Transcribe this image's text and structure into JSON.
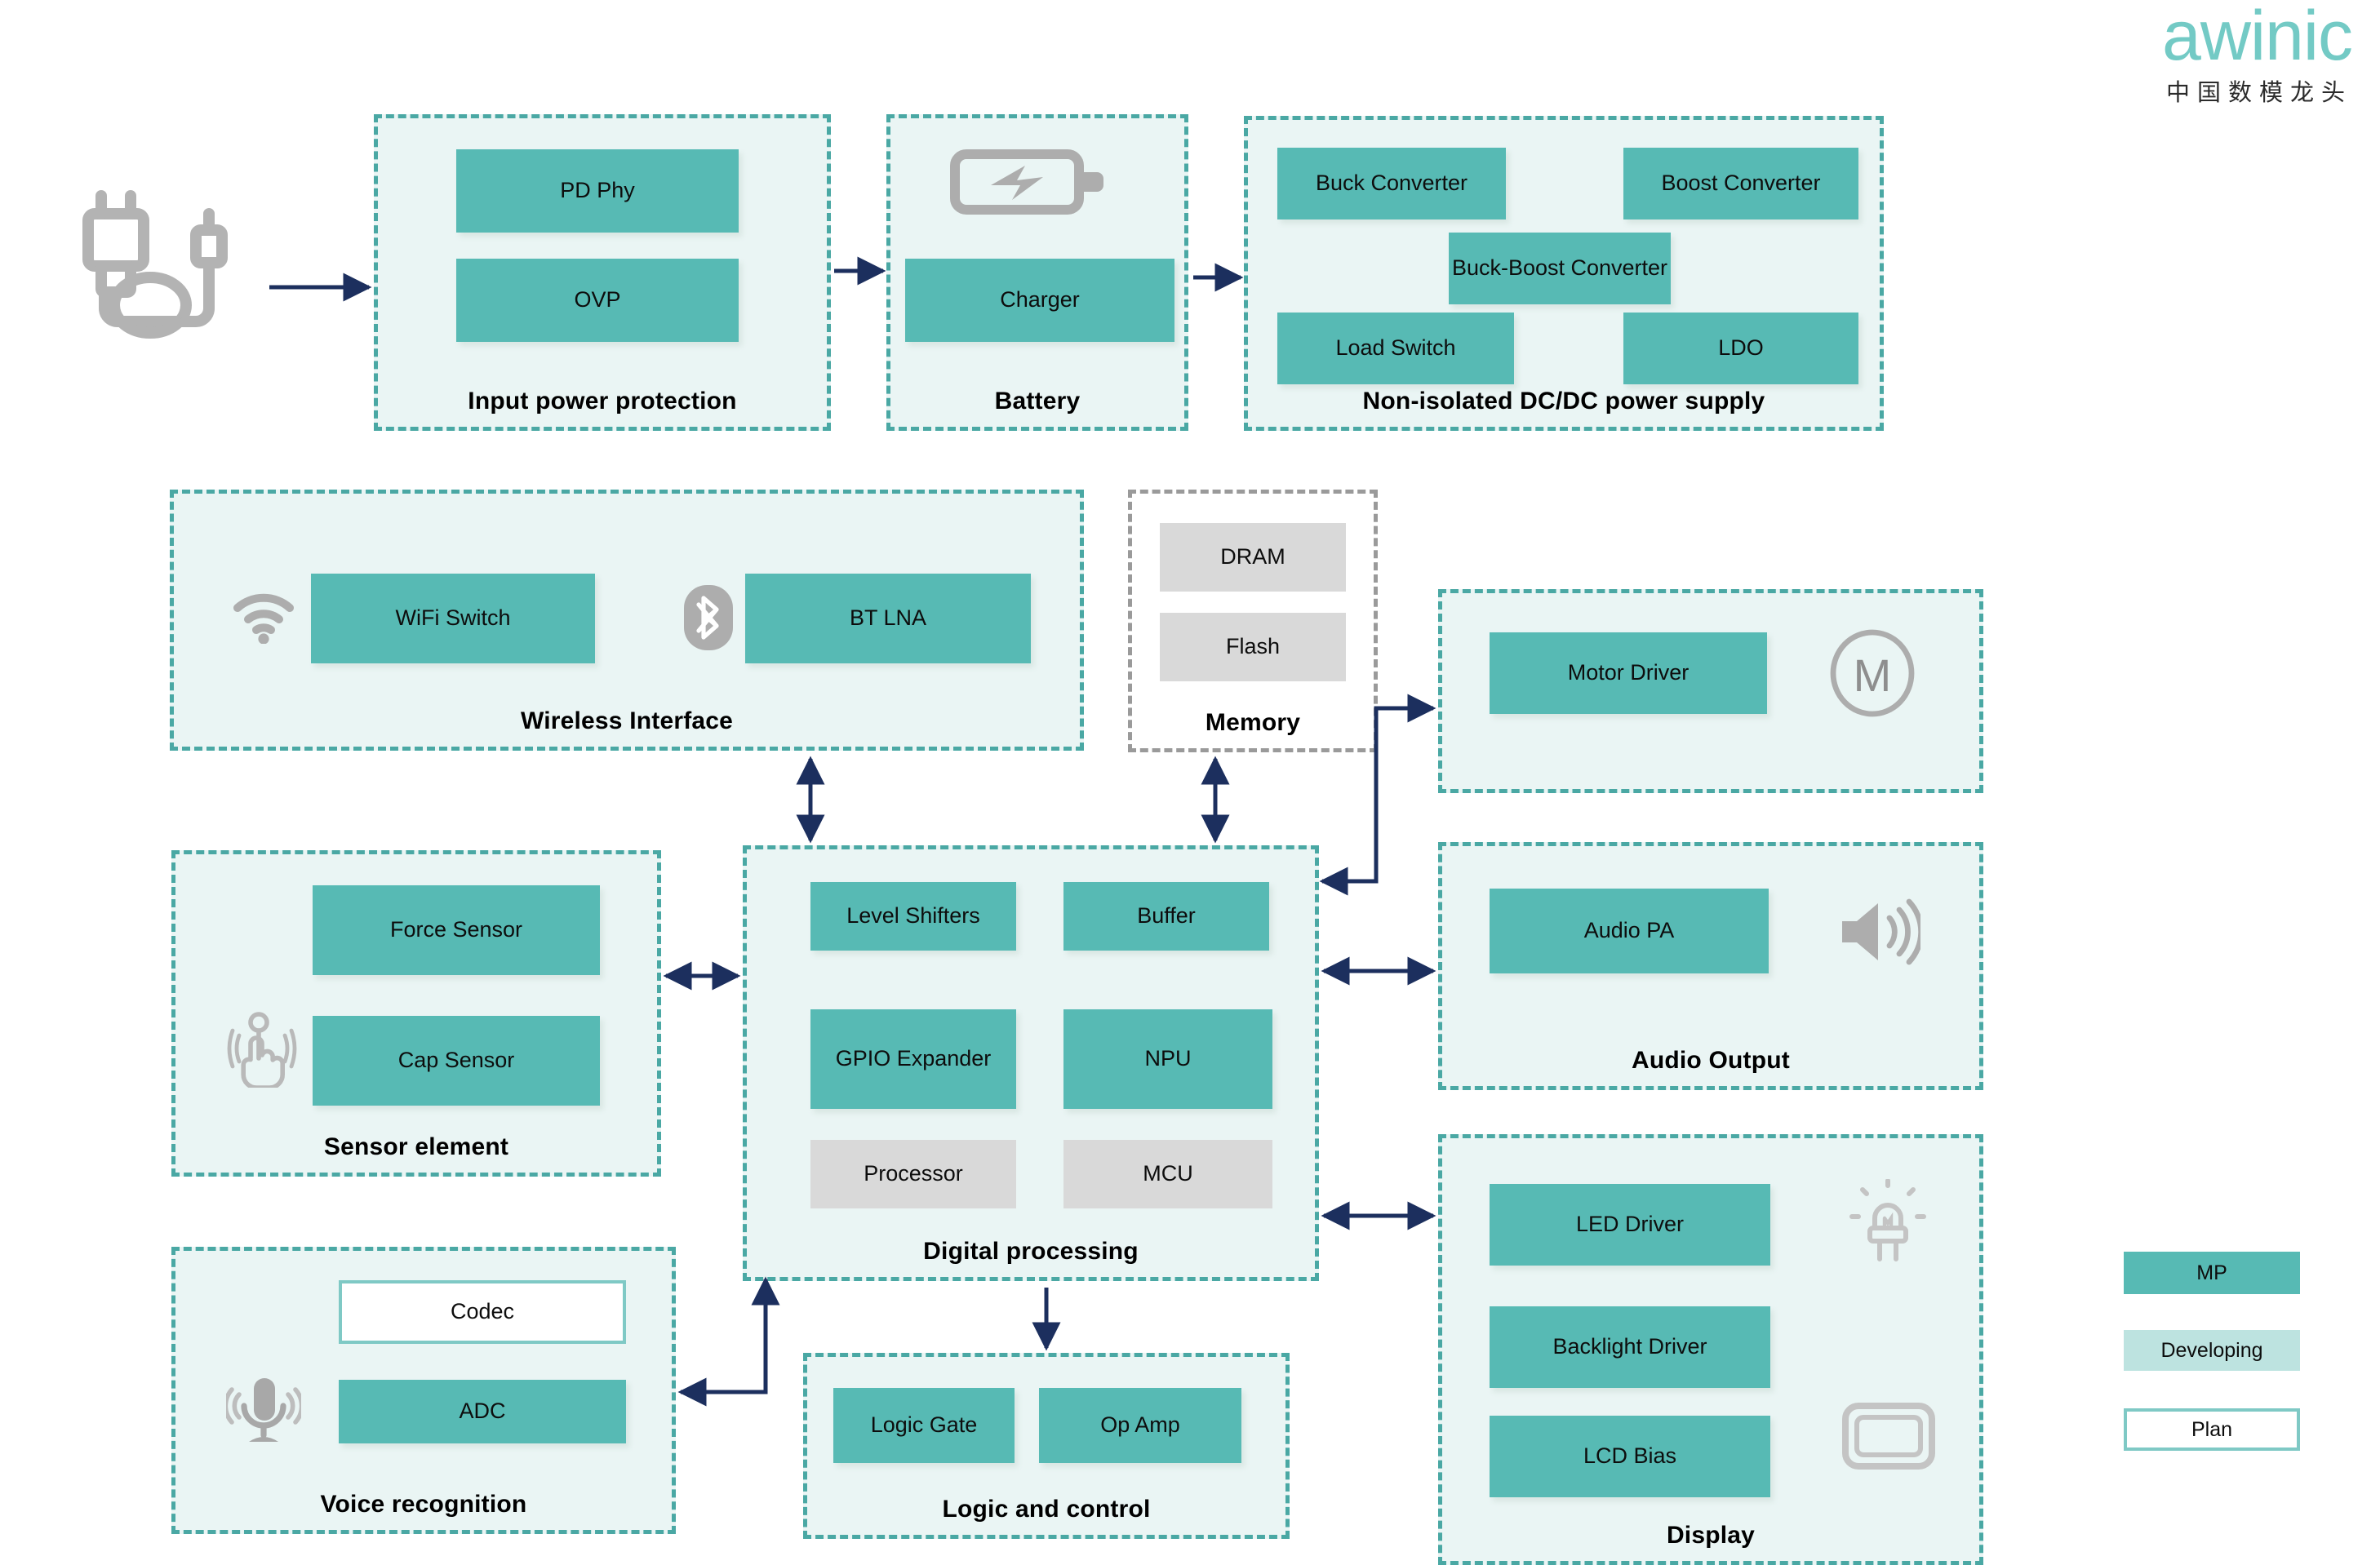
{
  "brand": {
    "name": "awinic",
    "tagline": "中国数模龙头"
  },
  "colors": {
    "mp": "#57bab4",
    "developing": "#bde3e0",
    "plan_border": "#7fc9c5",
    "gray_block": "#d9d9d9",
    "group_fill": "#eaf5f4",
    "group_border": "#4aa8a4",
    "memory_border": "#9a9a9a",
    "arrow": "#1c2f5e",
    "icon_gray": "#adadad"
  },
  "legend": {
    "items": [
      {
        "label": "MP",
        "style": "mp"
      },
      {
        "label": "Developing",
        "style": "developing"
      },
      {
        "label": "Plan",
        "style": "plan"
      }
    ]
  },
  "groups": {
    "input_power": {
      "title": "Input power protection",
      "blocks": [
        {
          "label": "PD Phy",
          "style": "mp"
        },
        {
          "label": "OVP",
          "style": "mp"
        }
      ]
    },
    "battery": {
      "title": "Battery",
      "icon": "battery-charging-icon",
      "blocks": [
        {
          "label": "Charger",
          "style": "mp"
        }
      ]
    },
    "dcdc": {
      "title": "Non-isolated DC/DC power supply",
      "blocks": [
        {
          "label": "Buck Converter",
          "style": "mp"
        },
        {
          "label": "Boost Converter",
          "style": "mp"
        },
        {
          "label": "Buck-Boost Converter",
          "style": "mp"
        },
        {
          "label": "Load Switch",
          "style": "mp"
        },
        {
          "label": "LDO",
          "style": "mp"
        }
      ]
    },
    "wireless": {
      "title": "Wireless Interface",
      "icons": [
        "wifi-icon",
        "bluetooth-icon"
      ],
      "blocks": [
        {
          "label": "WiFi Switch",
          "style": "mp"
        },
        {
          "label": "BT LNA",
          "style": "mp"
        }
      ]
    },
    "memory": {
      "title": "Memory",
      "blocks": [
        {
          "label": "DRAM",
          "style": "gray"
        },
        {
          "label": "Flash",
          "style": "gray"
        }
      ]
    },
    "motor": {
      "title": "",
      "icon": "motor-icon",
      "icon_label": "M",
      "blocks": [
        {
          "label": "Motor Driver",
          "style": "mp"
        }
      ]
    },
    "audio": {
      "title": "Audio Output",
      "icon": "speaker-icon",
      "blocks": [
        {
          "label": "Audio PA",
          "style": "mp"
        }
      ]
    },
    "display": {
      "title": "Display",
      "icons": [
        "led-bulb-icon",
        "screen-icon"
      ],
      "blocks": [
        {
          "label": "LED Driver",
          "style": "mp"
        },
        {
          "label": "Backlight Driver",
          "style": "mp"
        },
        {
          "label": "LCD Bias",
          "style": "mp"
        }
      ]
    },
    "sensor": {
      "title": "Sensor element",
      "icon": "touch-hand-icon",
      "blocks": [
        {
          "label": "Force Sensor",
          "style": "mp"
        },
        {
          "label": "Cap Sensor",
          "style": "mp"
        }
      ]
    },
    "digital": {
      "title": "Digital processing",
      "blocks": [
        {
          "label": "Level Shifters",
          "style": "mp"
        },
        {
          "label": "Buffer",
          "style": "mp"
        },
        {
          "label": "GPIO Expander",
          "style": "mp"
        },
        {
          "label": "NPU",
          "style": "mp"
        },
        {
          "label": "Processor",
          "style": "gray"
        },
        {
          "label": "MCU",
          "style": "gray"
        }
      ]
    },
    "voice": {
      "title": "Voice recognition",
      "icon": "microphone-icon",
      "blocks": [
        {
          "label": "Codec",
          "style": "plan"
        },
        {
          "label": "ADC",
          "style": "mp"
        }
      ]
    },
    "logic": {
      "title": "Logic and control",
      "blocks": [
        {
          "label": "Logic Gate",
          "style": "mp"
        },
        {
          "label": "Op Amp",
          "style": "mp"
        }
      ]
    }
  },
  "standalone_icons": [
    {
      "name": "power-plug-cable-icon"
    }
  ]
}
